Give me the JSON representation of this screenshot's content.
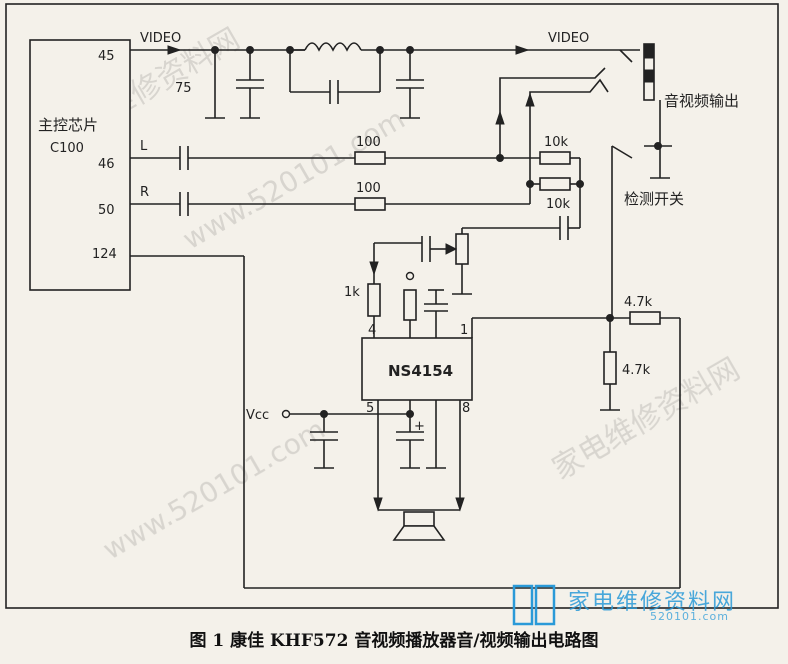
{
  "chip": {
    "name": "主控芯片",
    "model": "C100"
  },
  "pins": {
    "p45": "45",
    "p46": "46",
    "p50": "50",
    "p124": "124"
  },
  "signals": {
    "video_in": "VIDEO",
    "video_out": "VIDEO",
    "left": "L",
    "right": "R",
    "vcc": "Vcc"
  },
  "components": {
    "r75": "75",
    "r100_top": "100",
    "r100_bot": "100",
    "r10k_top": "10k",
    "r10k_bot": "10k",
    "r1k": "1k",
    "r47k_h": "4.7k",
    "r47k_v": "4.7k",
    "amp": "NS4154",
    "amp_pin1": "1",
    "amp_pin4": "4",
    "amp_pin5": "5",
    "amp_pin8": "8",
    "cap_plus": "+"
  },
  "labels": {
    "av_out": "音视频输出",
    "detect_switch": "检测开关"
  },
  "caption": "图 1 康佳 KHF572 音视频播放器音/视频输出电路图",
  "watermarks": {
    "logo_text": "家电维修资料网",
    "logo_url": "520101.com",
    "site": "www.520101.com",
    "site_cn": "家电维修资料网"
  }
}
